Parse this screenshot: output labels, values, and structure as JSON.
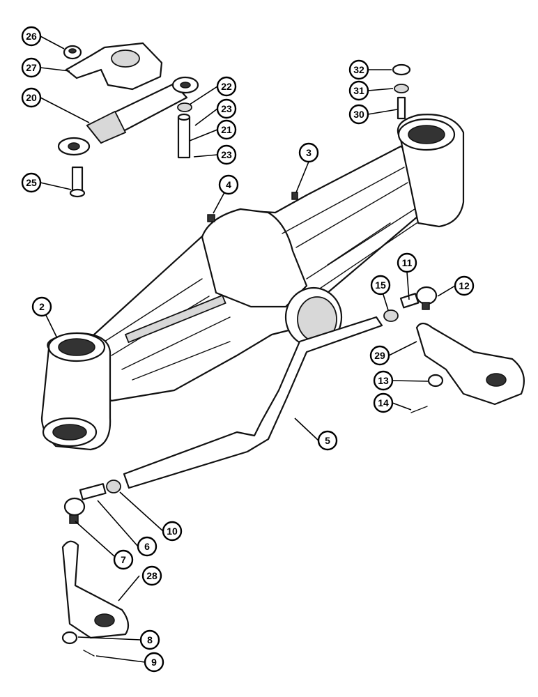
{
  "callouts": [
    {
      "id": "c26",
      "label": "26"
    },
    {
      "id": "c27",
      "label": "27"
    },
    {
      "id": "c20",
      "label": "20"
    },
    {
      "id": "c22",
      "label": "22"
    },
    {
      "id": "c23a",
      "label": "23"
    },
    {
      "id": "c21",
      "label": "21"
    },
    {
      "id": "c23b",
      "label": "23"
    },
    {
      "id": "c25",
      "label": "25"
    },
    {
      "id": "c32",
      "label": "32"
    },
    {
      "id": "c31",
      "label": "31"
    },
    {
      "id": "c30",
      "label": "30"
    },
    {
      "id": "c3",
      "label": "3"
    },
    {
      "id": "c4",
      "label": "4"
    },
    {
      "id": "c2",
      "label": "2"
    },
    {
      "id": "c11",
      "label": "11"
    },
    {
      "id": "c15",
      "label": "15"
    },
    {
      "id": "c12",
      "label": "12"
    },
    {
      "id": "c29",
      "label": "29"
    },
    {
      "id": "c13",
      "label": "13"
    },
    {
      "id": "c14",
      "label": "14"
    },
    {
      "id": "c5",
      "label": "5"
    },
    {
      "id": "c10",
      "label": "10"
    },
    {
      "id": "c6",
      "label": "6"
    },
    {
      "id": "c7",
      "label": "7"
    },
    {
      "id": "c28",
      "label": "28"
    },
    {
      "id": "c8",
      "label": "8"
    },
    {
      "id": "c9",
      "label": "9"
    }
  ]
}
